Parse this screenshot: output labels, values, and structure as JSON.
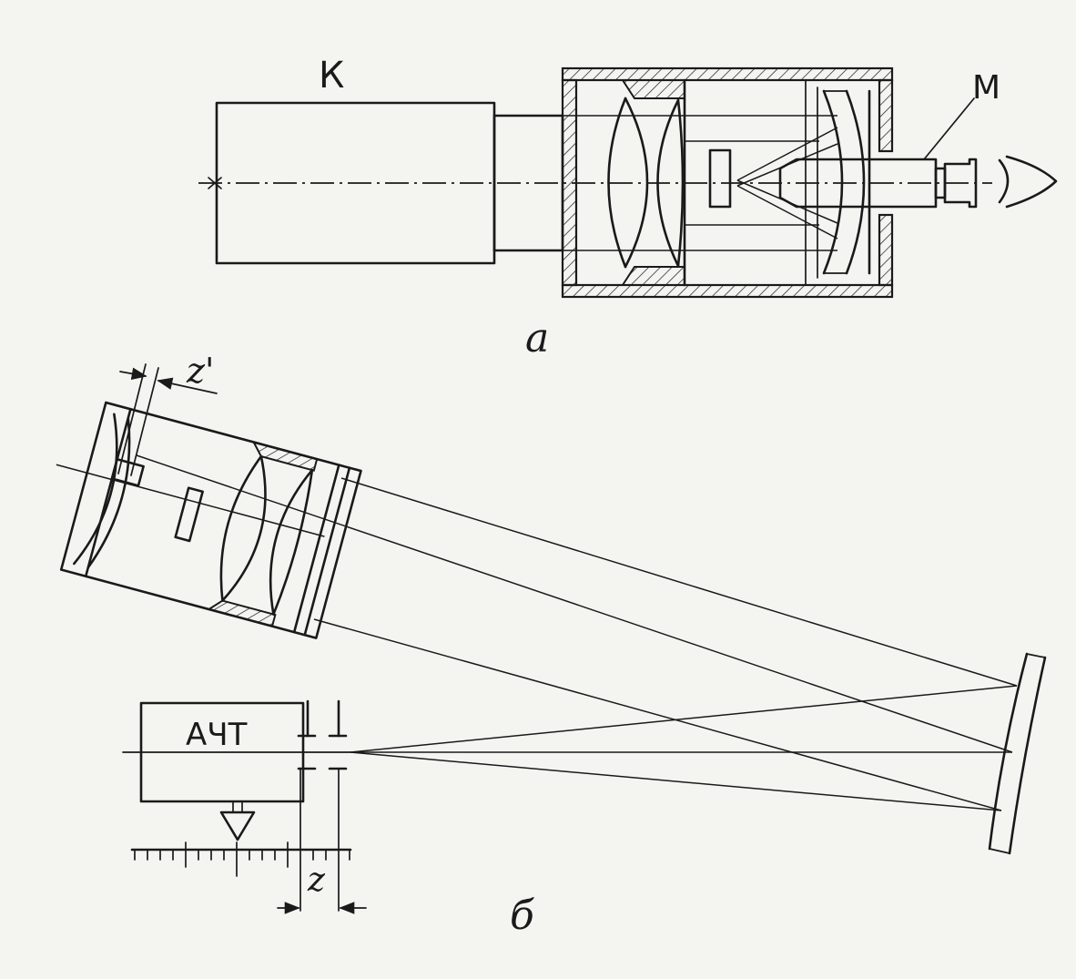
{
  "labels": {
    "collimator": "К",
    "microscope": "М",
    "panel_a": "а",
    "panel_b": "б",
    "blackbody": "АЧТ",
    "z_prime": "z'",
    "z": "z"
  },
  "icons": {
    "eye": "eye-icon",
    "light_source": "star-icon",
    "arrow": "arrow-down-icon"
  }
}
